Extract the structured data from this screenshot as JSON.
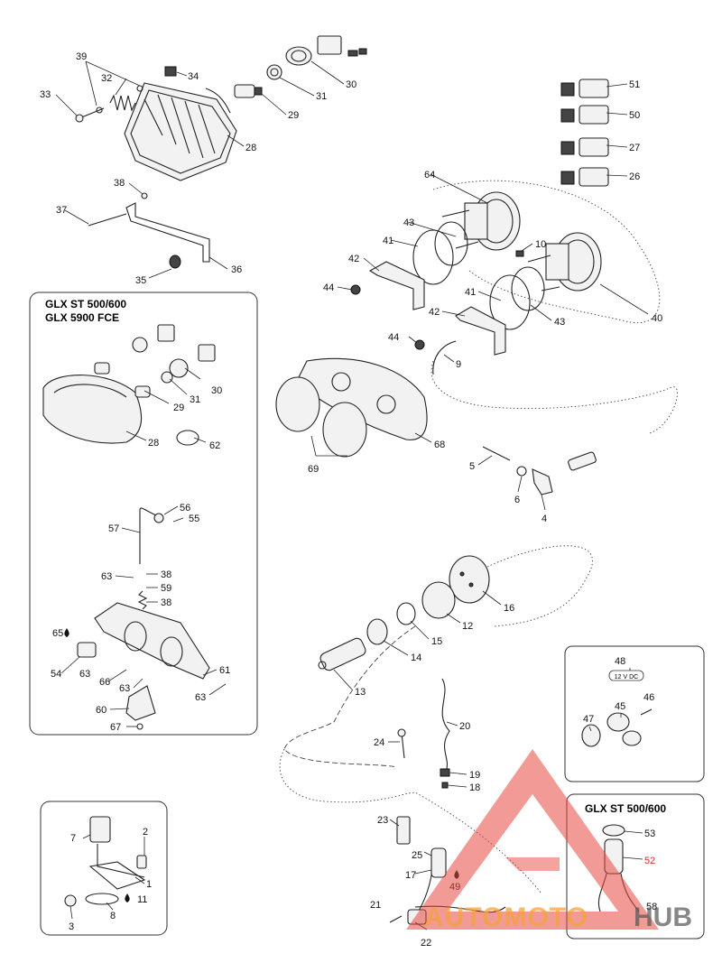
{
  "inset_boxes": {
    "top_left": {
      "line1": "GLX ST 500/600",
      "line2": "GLX 5900 FCE"
    },
    "bottom_right": {
      "title": "GLX ST 500/600"
    },
    "right_middle": {
      "badge": "12 V DC"
    }
  },
  "callouts": [
    {
      "id": "c39",
      "text": "39"
    },
    {
      "id": "c32",
      "text": "32"
    },
    {
      "id": "c33",
      "text": "33"
    },
    {
      "id": "c34",
      "text": "34"
    },
    {
      "id": "c29a",
      "text": "29"
    },
    {
      "id": "c31a",
      "text": "31"
    },
    {
      "id": "c30a",
      "text": "30"
    },
    {
      "id": "c28a",
      "text": "28"
    },
    {
      "id": "c38a",
      "text": "38"
    },
    {
      "id": "c37",
      "text": "37"
    },
    {
      "id": "c35",
      "text": "35"
    },
    {
      "id": "c36",
      "text": "36"
    },
    {
      "id": "c51",
      "text": "51"
    },
    {
      "id": "c50",
      "text": "50"
    },
    {
      "id": "c27",
      "text": "27"
    },
    {
      "id": "c26",
      "text": "26"
    },
    {
      "id": "c64",
      "text": "64"
    },
    {
      "id": "c43a",
      "text": "43"
    },
    {
      "id": "c41a",
      "text": "41"
    },
    {
      "id": "c42a",
      "text": "42"
    },
    {
      "id": "c44a",
      "text": "44"
    },
    {
      "id": "c10",
      "text": "10"
    },
    {
      "id": "c41b",
      "text": "41"
    },
    {
      "id": "c42b",
      "text": "42"
    },
    {
      "id": "c43b",
      "text": "43"
    },
    {
      "id": "c40",
      "text": "40"
    },
    {
      "id": "c44b",
      "text": "44"
    },
    {
      "id": "c9",
      "text": "9"
    },
    {
      "id": "c68",
      "text": "68"
    },
    {
      "id": "c69",
      "text": "69"
    },
    {
      "id": "c5",
      "text": "5"
    },
    {
      "id": "c6",
      "text": "6"
    },
    {
      "id": "c4",
      "text": "4"
    },
    {
      "id": "c31b",
      "text": "31"
    },
    {
      "id": "c30b",
      "text": "30"
    },
    {
      "id": "c29b",
      "text": "29"
    },
    {
      "id": "c28b",
      "text": "28"
    },
    {
      "id": "c62",
      "text": "62"
    },
    {
      "id": "c56",
      "text": "56"
    },
    {
      "id": "c55",
      "text": "55"
    },
    {
      "id": "c57",
      "text": "57"
    },
    {
      "id": "c63a",
      "text": "63"
    },
    {
      "id": "c38b",
      "text": "38"
    },
    {
      "id": "c59",
      "text": "59"
    },
    {
      "id": "c38c",
      "text": "38"
    },
    {
      "id": "c65",
      "text": "65"
    },
    {
      "id": "c54",
      "text": "54"
    },
    {
      "id": "c63b",
      "text": "63"
    },
    {
      "id": "c66",
      "text": "66"
    },
    {
      "id": "c63c",
      "text": "63"
    },
    {
      "id": "c61",
      "text": "61"
    },
    {
      "id": "c63d",
      "text": "63"
    },
    {
      "id": "c60",
      "text": "60"
    },
    {
      "id": "c67",
      "text": "67"
    },
    {
      "id": "c16",
      "text": "16"
    },
    {
      "id": "c12",
      "text": "12"
    },
    {
      "id": "c15",
      "text": "15"
    },
    {
      "id": "c14",
      "text": "14"
    },
    {
      "id": "c13",
      "text": "13"
    },
    {
      "id": "c48",
      "text": "48"
    },
    {
      "id": "c46",
      "text": "46"
    },
    {
      "id": "c45",
      "text": "45"
    },
    {
      "id": "c47",
      "text": "47"
    },
    {
      "id": "c20",
      "text": "20"
    },
    {
      "id": "c24",
      "text": "24"
    },
    {
      "id": "c19",
      "text": "19"
    },
    {
      "id": "c18",
      "text": "18"
    },
    {
      "id": "c23",
      "text": "23"
    },
    {
      "id": "c25",
      "text": "25"
    },
    {
      "id": "c17",
      "text": "17"
    },
    {
      "id": "c49",
      "text": "49"
    },
    {
      "id": "c21",
      "text": "21"
    },
    {
      "id": "c22",
      "text": "22"
    },
    {
      "id": "c53",
      "text": "53"
    },
    {
      "id": "c52",
      "text": "52"
    },
    {
      "id": "c58",
      "text": "58"
    },
    {
      "id": "c7",
      "text": "7"
    },
    {
      "id": "c2",
      "text": "2"
    },
    {
      "id": "c1",
      "text": "1"
    },
    {
      "id": "c11",
      "text": "11"
    },
    {
      "id": "c3",
      "text": "3"
    },
    {
      "id": "c8",
      "text": "8"
    }
  ],
  "watermark": {
    "part1": "AUTOMOTO",
    "part2": "HUB"
  },
  "colors": {
    "line": "#222222",
    "watermark_red": "#e8493f",
    "watermark_orange": "#f5a23a"
  }
}
